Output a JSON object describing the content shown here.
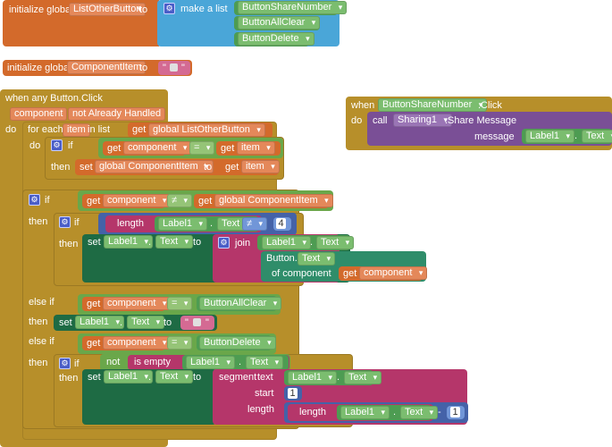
{
  "b1": {
    "init": "initialize global",
    "name": "ListOtherButton",
    "to": "to",
    "make_list": "make a list",
    "items": [
      "ButtonShareNumber",
      "ButtonAllClear",
      "ButtonDelete"
    ]
  },
  "b2": {
    "init": "initialize global",
    "name": "ComponentItem",
    "to": "to",
    "str_open": "\"",
    "str_close": "\""
  },
  "ev": {
    "when": "when any Button.Click",
    "param1": "component",
    "param2": "not Already Handled",
    "do": "do",
    "foreach": "for each",
    "item": "item",
    "inlist": "in list",
    "get": "get",
    "get_list": "global ListOtherButton",
    "inner_do": "do",
    "if": "if",
    "eq": "=",
    "component": "component",
    "then": "then",
    "set": "set",
    "set_var": "global ComponentItem",
    "to": "to",
    "item2": "item",
    "if2": "if",
    "neq": "≠",
    "get_ci": "global ComponentItem",
    "then2": "then",
    "if3": "if",
    "length": "length",
    "label1": "Label1",
    "dot": ".",
    "text": "Text",
    "neq2": "≠",
    "four": "4",
    "then3": "then",
    "set2": "set",
    "to2": "to",
    "join": "join",
    "button_txt": "Button.",
    "text2": "Text",
    "of_component": "of component",
    "else_if": "else if",
    "eq2": "=",
    "btn_all_clear": "ButtonAllClear",
    "then4": "then",
    "set3": "set",
    "to3": "to",
    "else_if2": "else if",
    "eq3": "=",
    "btn_delete": "ButtonDelete",
    "then5": "then",
    "if4": "if",
    "not": "not",
    "is_empty": "is empty",
    "then6": "then",
    "set4": "set",
    "to4": "to",
    "segment": "segment",
    "seg_text": "text",
    "start": "start",
    "one": "1",
    "length_lbl": "length",
    "length2": "length",
    "minus": "-",
    "one2": "1"
  },
  "share": {
    "when": "when",
    "button": "ButtonShareNumber",
    "click": ".Click",
    "do": "do",
    "call": "call",
    "sharing": "Sharing1",
    "method": ".Share Message",
    "message": "message",
    "label": "Label1",
    "dot": ".",
    "text": "Text"
  }
}
